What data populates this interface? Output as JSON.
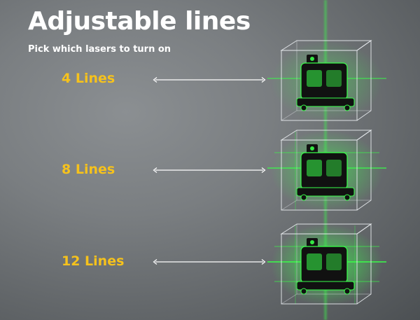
{
  "header": {
    "title": "Adjustable lines",
    "subtitle": "Pick which lasers to turn on"
  },
  "modes": [
    {
      "label": "4 Lines",
      "lines": 4
    },
    {
      "label": "8 Lines",
      "lines": 8
    },
    {
      "label": "12 Lines",
      "lines": 12
    }
  ],
  "colors": {
    "background": "#6e7275",
    "title_text": "#ffffff",
    "mode_label": "#f6c21c",
    "laser_green": "#39ff4a",
    "device_body": "#111111",
    "cube_outline": "#e9ecef"
  },
  "icons": {
    "arrow": "double-headed-arrow-icon",
    "product": "laser-level-device-icon"
  }
}
